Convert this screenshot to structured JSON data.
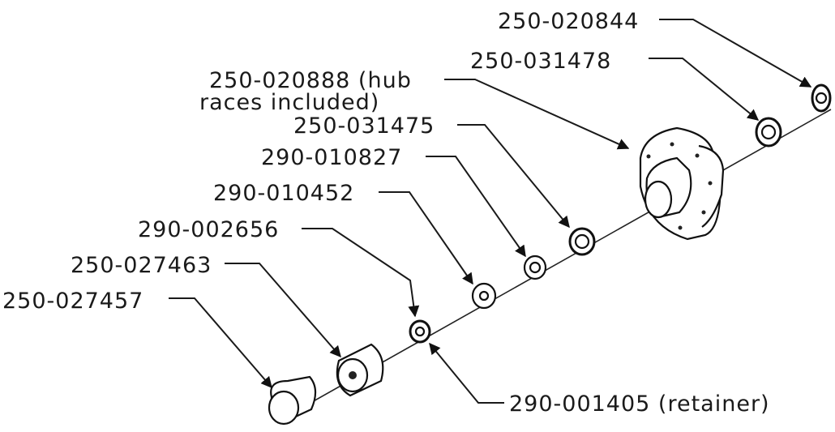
{
  "labels": {
    "p250_020844": "250-020844",
    "p250_031478": "250-031478",
    "p250_020888_line1": "250-020888 (hub",
    "p250_020888_line2": "races included)",
    "p250_031475": "250-031475",
    "p290_010827": "290-010827",
    "p290_010452": "290-010452",
    "p290_002656": "290-002656",
    "p250_027463": "250-027463",
    "p250_027457": "250-027457",
    "p290_001405": "290-001405 (retainer)"
  }
}
